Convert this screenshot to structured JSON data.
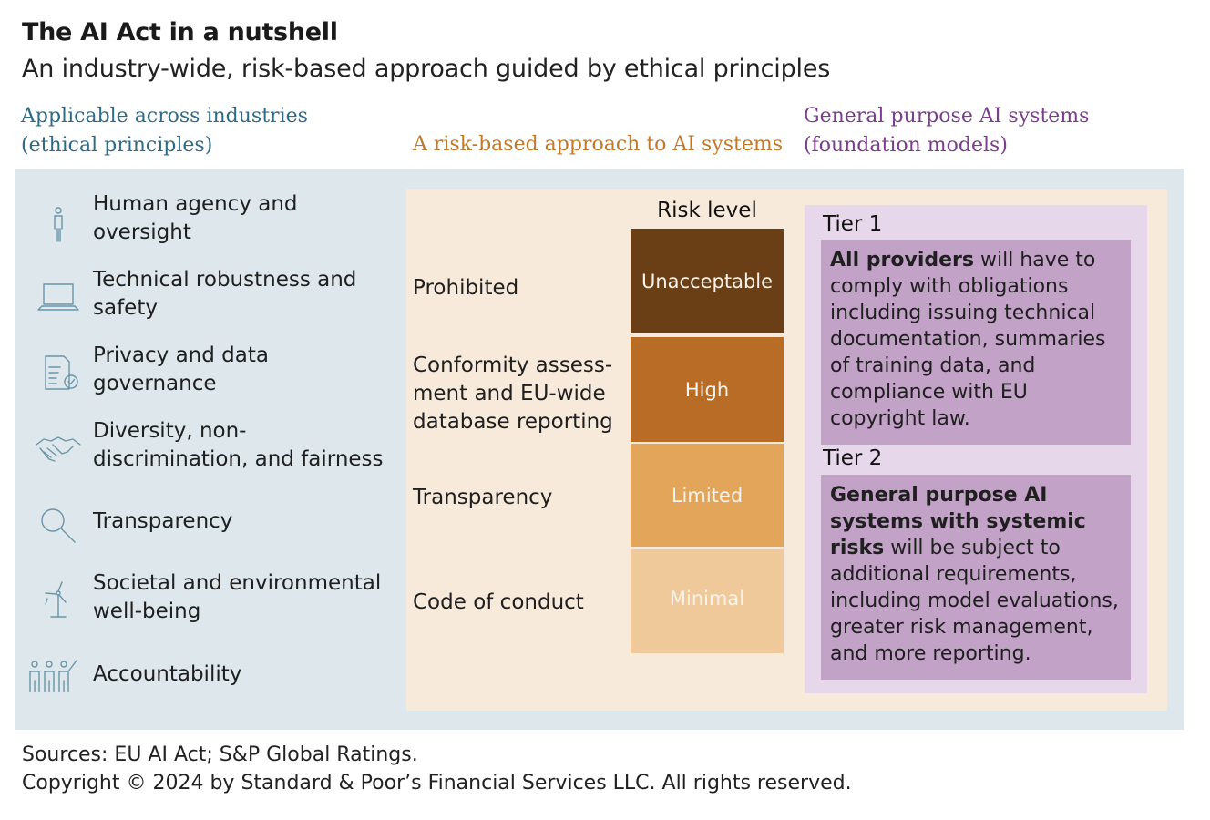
{
  "header": {
    "title": "The AI Act in a nutshell",
    "subtitle": "An industry-wide, risk-based approach guided by ethical principles"
  },
  "columns": {
    "left_line1": "Applicable across industries",
    "left_line2": "(ethical principles)",
    "middle": "A risk-based approach to AI systems",
    "right_line1": "General purpose AI systems",
    "right_line2": "(foundation models)"
  },
  "principles": [
    {
      "icon": "person-icon",
      "line1": "Human agency and",
      "line2": "oversight"
    },
    {
      "icon": "laptop-icon",
      "line1": "Technical robustness and",
      "line2": "safety"
    },
    {
      "icon": "document-check-icon",
      "line1": "Privacy and data",
      "line2": "governance"
    },
    {
      "icon": "handshake-icon",
      "line1": "Diversity, non-",
      "line2": "discrimination, and fairness"
    },
    {
      "icon": "magnifier-icon",
      "line1": "Transparency",
      "line2": ""
    },
    {
      "icon": "wind-turbine-icon",
      "line1": "Societal and environmental",
      "line2": "well-being"
    },
    {
      "icon": "people-group-icon",
      "line1": "Accountability",
      "line2": ""
    }
  ],
  "risk": {
    "header": "Risk level",
    "levels": [
      {
        "level": "Unacceptable",
        "requirement_lines": [
          "Prohibited"
        ],
        "color": "#6b3f15"
      },
      {
        "level": "High",
        "requirement_lines": [
          "Conformity assess-",
          "ment and EU-wide",
          "database reporting"
        ],
        "color": "#b86c25"
      },
      {
        "level": "Limited",
        "requirement_lines": [
          "Transparency"
        ],
        "color": "#e2a559"
      },
      {
        "level": "Minimal",
        "requirement_lines": [
          "Code of conduct"
        ],
        "color": "#efc999"
      }
    ]
  },
  "tiers": {
    "tier1": {
      "label": "Tier 1",
      "bold": "All providers",
      "text": " will have to comply with obligations including issuing technical documentation, summaries of training data, and compliance with EU copyright law."
    },
    "tier2": {
      "label": "Tier 2",
      "bold": "General purpose AI systems with systemic risks",
      "text": " will be subject to additional requirements, including model evaluations, greater risk management, and more reporting."
    }
  },
  "footer": {
    "sources": "Sources: EU AI Act; S&P Global Ratings.",
    "copyright": "Copyright © 2024 by Standard & Poor’s Financial Services LLC. All rights reserved."
  },
  "colors": {
    "left_heading": "#2e6b86",
    "middle_heading": "#c07a2d",
    "right_heading": "#7b3d8c",
    "outer_panel": "#dde7ec",
    "middle_panel": "#f8eadb",
    "gp_panel": "#e6d8ea",
    "tier_box": "#c3a2c8",
    "icon_stroke": "#6a95a8"
  }
}
